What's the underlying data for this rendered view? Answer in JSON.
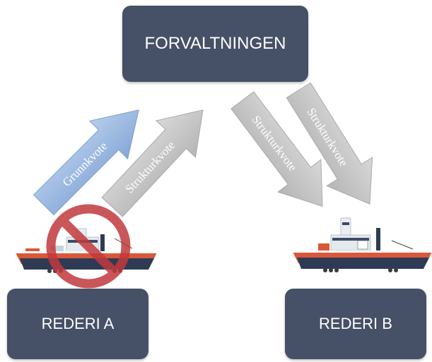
{
  "boxes": {
    "top": "FORVALTNINGEN",
    "left": "REDERI A",
    "right": "REDERI B"
  },
  "arrows": {
    "grunnkvote": "Grunnkvote",
    "strukturkvote": "Strukturkvote"
  },
  "colors": {
    "box": "#465066",
    "arrow_blue": "#9db9e0",
    "arrow_gray": "#c7c7c7",
    "prohibition": "#c0393d",
    "hull_red": "#d9583a",
    "hull_dark": "#2f3b55"
  },
  "icons": {
    "ship_left": "ship-icon",
    "ship_right": "ship-icon",
    "prohibition": "no-entry-icon"
  }
}
